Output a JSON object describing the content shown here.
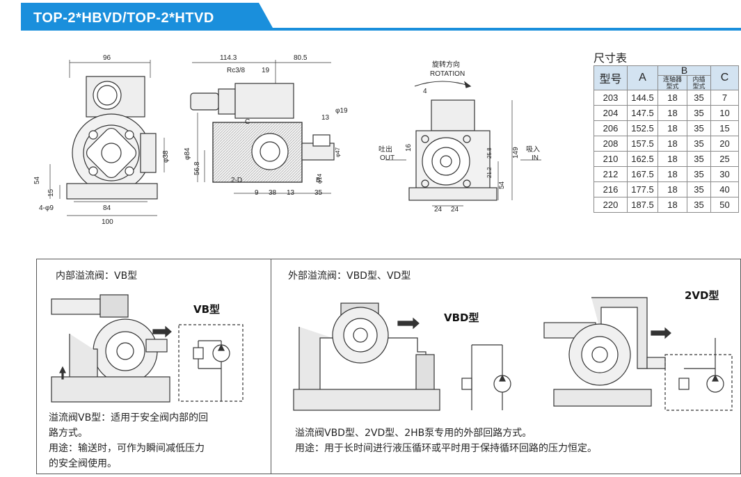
{
  "header": {
    "title": "TOP-2*HBVD/TOP-2*HTVD",
    "bar_color": "#1a8fdc"
  },
  "drawings": {
    "front": {
      "dims": [
        "96",
        "54",
        "15",
        "4-φ9",
        "84",
        "100",
        "φ38"
      ]
    },
    "side": {
      "dims": [
        "114.3",
        "80.5",
        "Rc3/8",
        "19",
        "13",
        "φ19",
        "C",
        "φ84",
        "56.8",
        "2-D",
        "φ47",
        "φ14",
        "B",
        "9",
        "38",
        "13",
        "35"
      ]
    },
    "rear": {
      "rotation_cn": "旋转方向",
      "rotation_en": "ROTATION",
      "out_cn": "吐出",
      "out_en": "OUT",
      "in_cn": "吸入",
      "in_en": "IN",
      "dims": [
        "4",
        "16",
        "25.8",
        "21.2",
        "149",
        "54",
        "24",
        "24"
      ]
    }
  },
  "size_table": {
    "title": "尺寸表",
    "headers": {
      "model": "型号",
      "a": "A",
      "b": "B",
      "b_coupling": [
        "连轴器",
        "型式"
      ],
      "b_inner": [
        "内插",
        "型式"
      ],
      "c": "C"
    },
    "rows": [
      [
        "203",
        "144.5",
        "18",
        "35",
        "7"
      ],
      [
        "204",
        "147.5",
        "18",
        "35",
        "10"
      ],
      [
        "206",
        "152.5",
        "18",
        "35",
        "15"
      ],
      [
        "208",
        "157.5",
        "18",
        "35",
        "20"
      ],
      [
        "210",
        "162.5",
        "18",
        "35",
        "25"
      ],
      [
        "212",
        "167.5",
        "18",
        "35",
        "30"
      ],
      [
        "216",
        "177.5",
        "18",
        "35",
        "40"
      ],
      [
        "220",
        "187.5",
        "18",
        "35",
        "50"
      ]
    ]
  },
  "panels": {
    "left": {
      "title": "内部溢流阀：VB型",
      "diagram_label": "VB型",
      "desc_lines": [
        "溢流阀VB型：适用于安全阀内部的回",
        "路方式。",
        "用途：输送时，可作为瞬间减低压力",
        "的安全阀使用。"
      ]
    },
    "right": {
      "title": "外部溢流阀：VBD型、VD型",
      "diagram_label_1": "VBD型",
      "diagram_label_2": "2VD型",
      "desc_lines": [
        "溢流阀VBD型、2VD型、2HB泵专用的外部回路方式。",
        "用途：用于长时间进行液压循环或平时用于保持循环回路的压力恒定。"
      ]
    }
  }
}
